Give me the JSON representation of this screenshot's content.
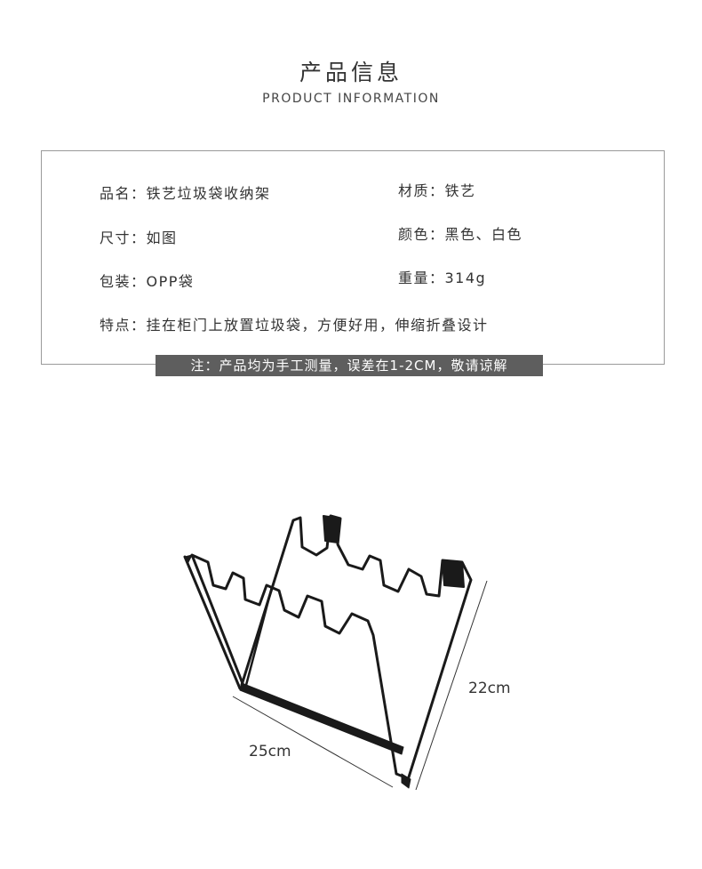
{
  "header": {
    "title_cn": "产品信息",
    "title_en": "PRODUCT INFORMATION"
  },
  "info": {
    "name": "品名：铁艺垃圾袋收纳架",
    "material": "材质：铁艺",
    "size": "尺寸：如图",
    "color": "颜色：黑色、白色",
    "package": "包装：OPP袋",
    "weight": "重量：314g",
    "features": "特点：挂在柜门上放置垃圾袋，方便好用，伸缩折叠设计"
  },
  "note": "注：产品均为手工测量，误差在1-2CM，敬请谅解",
  "dimensions": {
    "width": "25cm",
    "height": "22cm"
  },
  "colors": {
    "frame": "#1a1a1a",
    "note_bg": "#5e5e5e",
    "border": "#9a9a9a"
  }
}
